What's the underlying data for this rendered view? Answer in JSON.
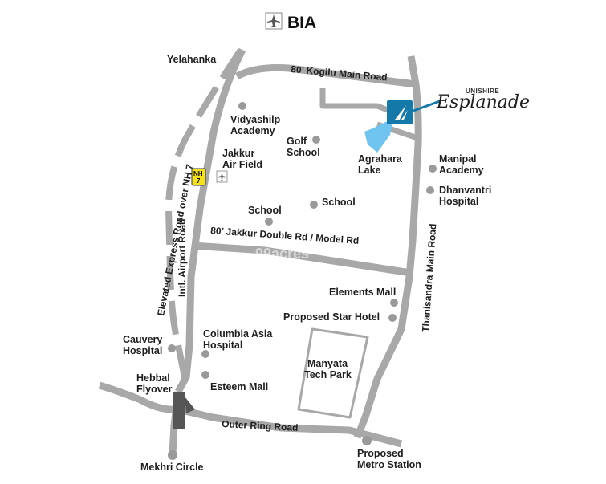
{
  "title": "BIA",
  "brand": {
    "small": "UNISHIRE",
    "script": "Esplanade"
  },
  "watermark": "99acres",
  "highway_shield": {
    "line1": "NH",
    "line2": "7"
  },
  "roads": {
    "kogilu": "80’ Kogilu Main Road",
    "jakkur": "80’ Jakkur Double Rd / Model Rd",
    "airport": "Intl. Airport Road",
    "elevated": "Elevated Express Road over NH 7",
    "thanisandra": "Thanisandra Main Road",
    "outer_ring": "Outer Ring Road"
  },
  "places": {
    "yelahanka": "Yelahanka",
    "vidyashilp": [
      "Vidyashilp",
      "Academy"
    ],
    "golf": [
      "Golf",
      "School"
    ],
    "jakkur_air": [
      "Jakkur",
      "Air Field"
    ],
    "agrahara": [
      "Agrahara",
      "Lake"
    ],
    "manipal": [
      "Manipal",
      "Academy"
    ],
    "dhanvantri": [
      "Dhanvantri",
      "Hospital"
    ],
    "school_left": "School",
    "school_right": "School",
    "elements_mall": "Elements Mall",
    "star_hotel": "Proposed Star Hotel",
    "cauvery": [
      "Cauvery",
      "Hospital"
    ],
    "columbia": [
      "Columbia Asia",
      "Hospital"
    ],
    "manyata": [
      "Manyata",
      "Tech Park"
    ],
    "hebbal": [
      "Hebbal",
      "Flyover"
    ],
    "esteem": "Esteem Mall",
    "mekhri": "Mekhri Circle",
    "metro": [
      "Proposed",
      "Metro Station"
    ]
  },
  "icons": [
    "airplane-icon",
    "nh-shield-icon",
    "lake-shape",
    "project-marker-icon"
  ],
  "colors": {
    "road": "#a8a8a8",
    "poi_dot": "#9a9a9a",
    "lake": "#6ec4ee",
    "marker": "#1478a8",
    "shield": "#f7e11a",
    "text": "#1e1e1e"
  }
}
